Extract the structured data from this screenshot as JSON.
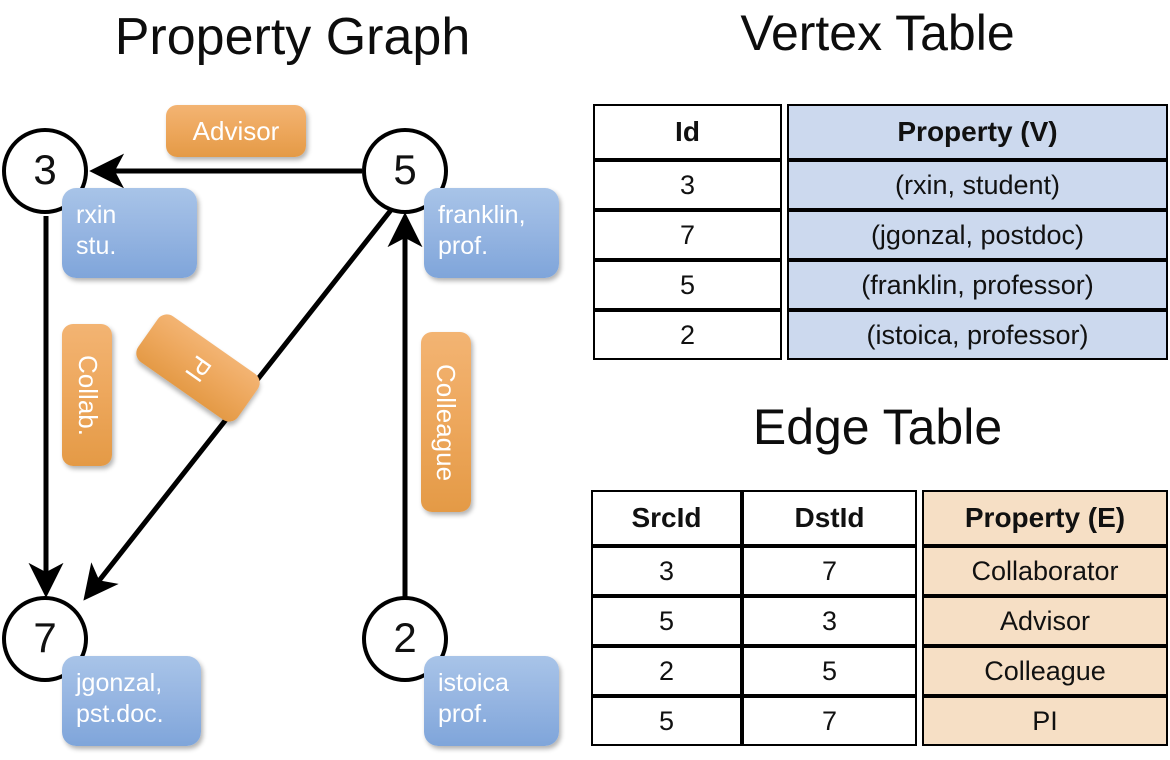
{
  "titles": {
    "property_graph": "Property Graph",
    "vertex_table": "Vertex Table",
    "edge_table": "Edge Table"
  },
  "colors": {
    "vertex_property_fill": "#ccd9ee",
    "edge_property_fill": "#f6dfc5",
    "bubble_blue": "#97b6e2",
    "bubble_orange": "#eda75c",
    "stroke": "#000000",
    "background": "#ffffff"
  },
  "graph": {
    "nodes": [
      {
        "id": "3",
        "label": "3",
        "property_lines": [
          "rxin",
          "stu."
        ]
      },
      {
        "id": "5",
        "label": "5",
        "property_lines": [
          "franklin,",
          "prof."
        ]
      },
      {
        "id": "7",
        "label": "7",
        "property_lines": [
          "jgonzal,",
          "pst.doc."
        ]
      },
      {
        "id": "2",
        "label": "2",
        "property_lines": [
          "istoica",
          "prof."
        ]
      }
    ],
    "edges": [
      {
        "src": "5",
        "dst": "3",
        "label": "Advisor",
        "orientation": "horizontal"
      },
      {
        "src": "3",
        "dst": "7",
        "label": "Collab.",
        "orientation": "vertical"
      },
      {
        "src": "5",
        "dst": "7",
        "label": "PI",
        "orientation": "diagonal"
      },
      {
        "src": "2",
        "dst": "5",
        "label": "Colleague",
        "orientation": "vertical"
      }
    ]
  },
  "vertex_table": {
    "headers": [
      "Id",
      "Property (V)"
    ],
    "rows": [
      {
        "id": "3",
        "property": "(rxin, student)"
      },
      {
        "id": "7",
        "property": "(jgonzal, postdoc)"
      },
      {
        "id": "5",
        "property": "(franklin, professor)"
      },
      {
        "id": "2",
        "property": "(istoica, professor)"
      }
    ]
  },
  "edge_table": {
    "headers": [
      "SrcId",
      "DstId",
      "Property (E)"
    ],
    "rows": [
      {
        "src": "3",
        "dst": "7",
        "property": "Collaborator"
      },
      {
        "src": "5",
        "dst": "3",
        "property": "Advisor"
      },
      {
        "src": "2",
        "dst": "5",
        "property": "Colleague"
      },
      {
        "src": "5",
        "dst": "7",
        "property": "PI"
      }
    ]
  }
}
